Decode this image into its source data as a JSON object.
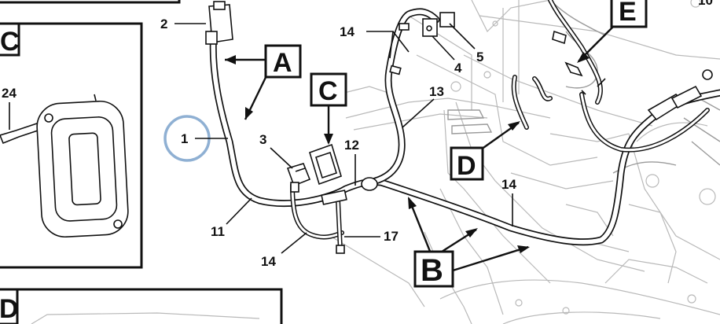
{
  "highlighted_callout": "1",
  "callouts": {
    "c1": "1",
    "c2": "2",
    "c3": "3",
    "c4": "4",
    "c5": "5",
    "c10": "10",
    "c11": "11",
    "c12": "12",
    "c13": "13",
    "c14_top": "14",
    "c14_bottom": "14",
    "c14_right": "14",
    "c17": "17",
    "c24": "24"
  },
  "view_labels": {
    "A": "A",
    "B": "B",
    "C": "C",
    "D": "D",
    "E": "E",
    "inset_C": "C",
    "inset_D": "D"
  },
  "colors": {
    "line": "#111111",
    "engine_outline": "#b9b9b9",
    "highlight_circle": "#8fb0d3"
  }
}
